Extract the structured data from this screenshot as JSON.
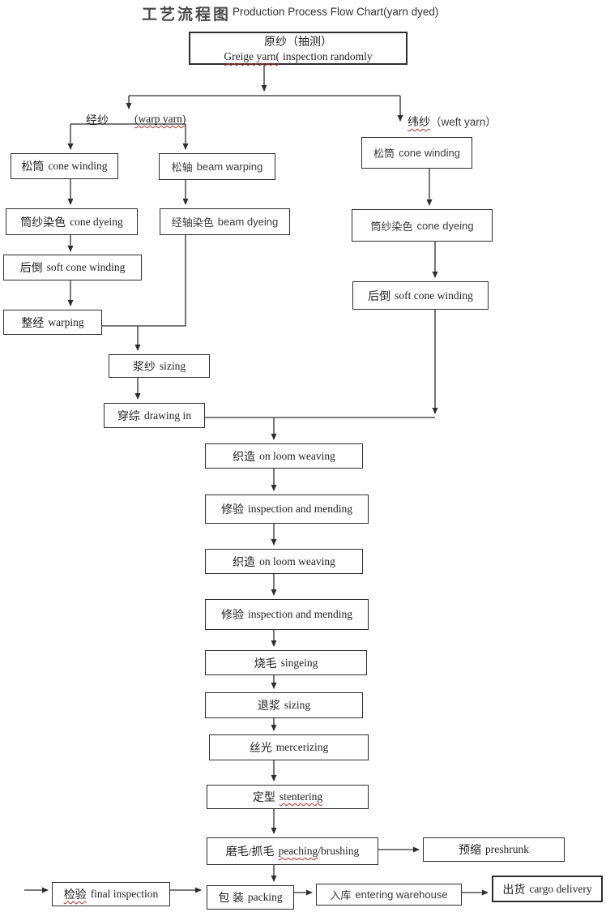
{
  "title": {
    "cn": "工艺流程图",
    "en": "Production Process Flow Chart(yarn dyed)"
  },
  "branch_labels": {
    "warp_cn": "经纱",
    "warp_en": "(warp yarn)",
    "weft_cn": "纬纱",
    "weft_en": "（weft yarn）"
  },
  "nodes": {
    "greige": {
      "cn": "原纱（抽测）",
      "en_marked": "Greige yarn(",
      "en_rest": "inspection randomly"
    },
    "cone_winding_warp": {
      "cn": "松筒",
      "en": "cone winding"
    },
    "beam_warping": {
      "cn": "松轴",
      "en": "beam warping"
    },
    "cone_winding_weft": {
      "cn": "松筒",
      "en": "cone winding"
    },
    "cone_dyeing_warp": {
      "cn": "筒纱染色",
      "en": "cone dyeing"
    },
    "beam_dyeing": {
      "cn": "经轴染色",
      "en": "beam dyeing"
    },
    "cone_dyeing_weft": {
      "cn": "筒纱染色",
      "en": "cone dyeing"
    },
    "soft_cone_winding_warp": {
      "cn": "后倒",
      "en": "soft cone winding"
    },
    "soft_cone_winding_weft": {
      "cn": "后倒",
      "en": "soft cone winding"
    },
    "warping": {
      "cn": "整经",
      "en": "warping"
    },
    "sizing": {
      "cn": "浆纱",
      "en": "sizing"
    },
    "drawing_in": {
      "cn": "穿综",
      "en": "drawing in"
    },
    "weaving1": {
      "cn": "织造",
      "en": "on loom weaving"
    },
    "mending1": {
      "cn": "修验",
      "en": "inspection and mending"
    },
    "weaving2": {
      "cn": "织造",
      "en": "on loom weaving"
    },
    "mending2": {
      "cn": "修验",
      "en": "inspection and mending"
    },
    "singeing": {
      "cn": "烧毛",
      "en": "singeing"
    },
    "desizing": {
      "cn": "退浆",
      "en": "sizing"
    },
    "mercerizing": {
      "cn": "丝光",
      "en": "mercerizing"
    },
    "stentering": {
      "cn": "定型",
      "en": "stentering"
    },
    "peaching": {
      "cn": "磨毛/抓毛",
      "en_marked": "peaching",
      "en_rest": "/brushing"
    },
    "preshrunk": {
      "cn": "预缩",
      "en": "preshrunk"
    },
    "final_inspection": {
      "cn": "检验",
      "en": "final inspection"
    },
    "packing": {
      "cn": "包 装",
      "en": "packing"
    },
    "warehouse": {
      "cn": "入库",
      "en": "entering warehouse"
    },
    "delivery": {
      "cn": "出货",
      "en": "cargo delivery"
    }
  }
}
